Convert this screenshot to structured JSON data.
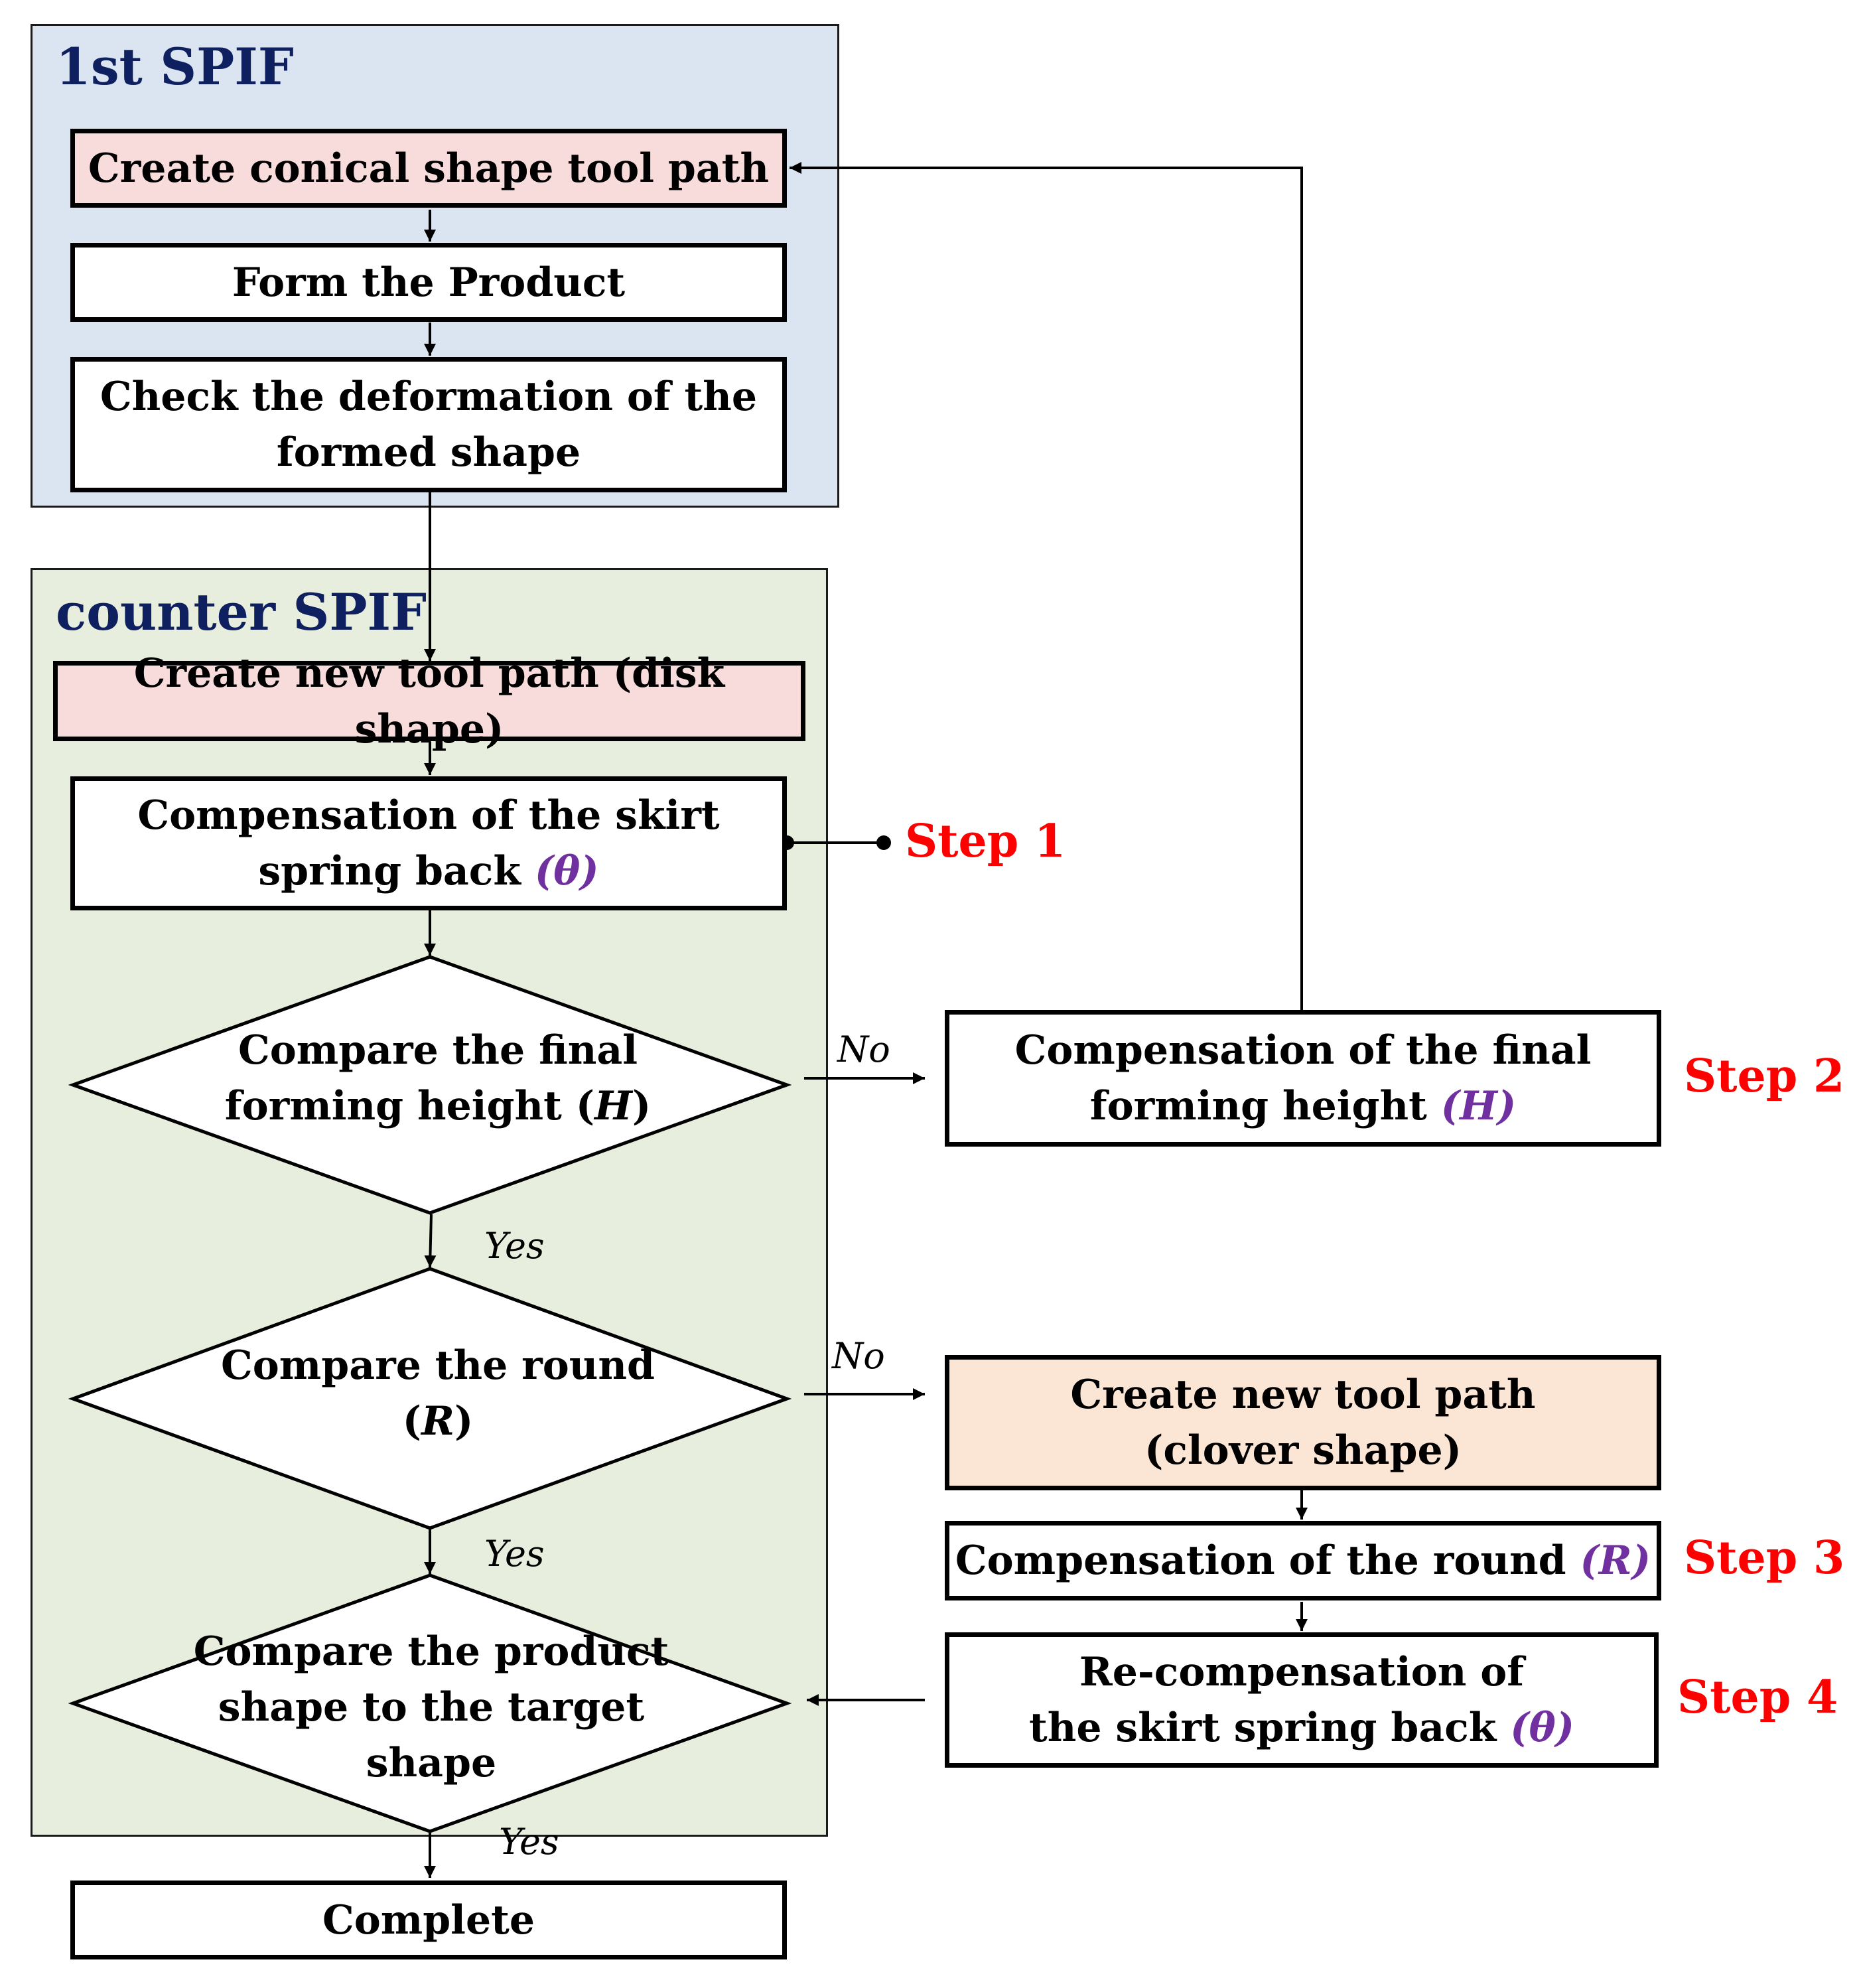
{
  "panels": {
    "first": {
      "title": "1st SPIF",
      "color": "#dae5f1"
    },
    "counter": {
      "title": "counter SPIF",
      "color": "#e8eedd"
    }
  },
  "nodes": {
    "create_conical": "Create conical shape tool path",
    "form_product": "Form the Product",
    "check_deformation": {
      "line1": "Check the deformation of the",
      "line2": "formed shape"
    },
    "create_disk": "Create new tool path (disk shape)",
    "comp_skirt": {
      "line1": "Compensation of the skirt",
      "line2_text": "spring back ",
      "line2_symbol": "(θ)"
    },
    "compare_height": {
      "line1": "Compare the final",
      "line2_text": "forming height (",
      "line2_var": "H",
      "line2_end": ")"
    },
    "compare_round": {
      "line1": "Compare the round",
      "line2_open": "(",
      "line2_var": "R",
      "line2_end": ")"
    },
    "compare_shape": {
      "line1": "Compare the product",
      "line2": "shape to the target",
      "line3": "shape"
    },
    "complete": "Complete",
    "comp_height": {
      "line1": "Compensation of the final",
      "line2_text": "forming height ",
      "line2_symbol": "(H)"
    },
    "create_clover": {
      "line1": "Create new tool path",
      "line2": "(clover shape)"
    },
    "comp_round": {
      "text": "Compensation of the round ",
      "symbol": "(R)"
    },
    "recomp_skirt": {
      "line1": "Re-compensation of",
      "line2_text": "the skirt spring back ",
      "line2_symbol": "(θ)"
    }
  },
  "steps": {
    "step1": "Step 1",
    "step2": "Step 2",
    "step3": "Step 3",
    "step4": "Step 4"
  },
  "branch_labels": {
    "no1": "No",
    "no2": "No",
    "yes1": "Yes",
    "yes2": "Yes",
    "yes3": "Yes"
  },
  "colors": {
    "step_red": "#ff0000",
    "panel_title": "#0e2060",
    "symbol_purple": "#7030a0",
    "pink_fill": "#f8dcdc",
    "peach_fill": "#fbe5d5"
  }
}
